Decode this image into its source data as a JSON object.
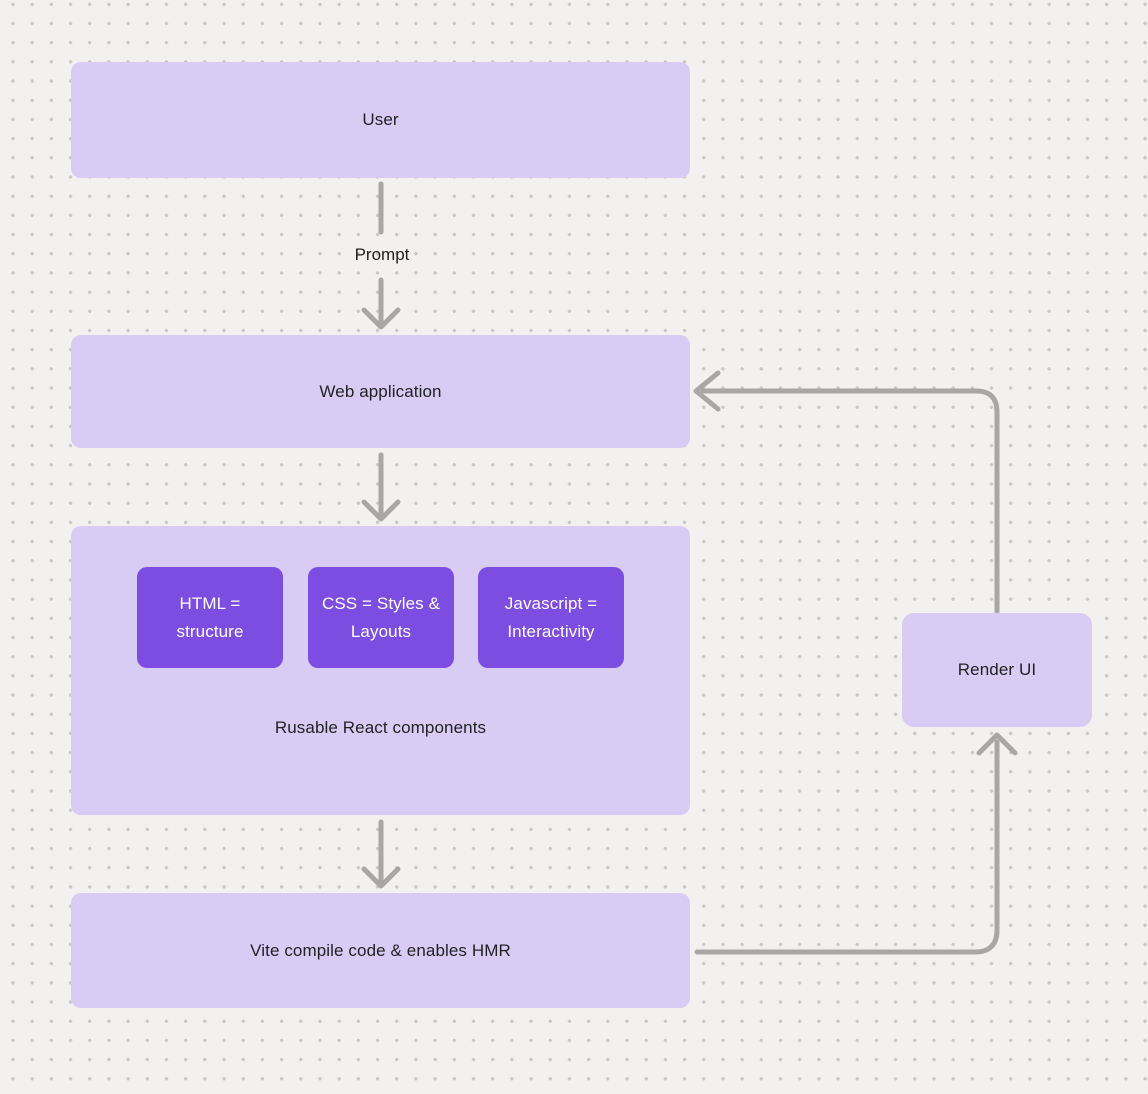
{
  "diagram": {
    "nodes": {
      "user": {
        "label": "User"
      },
      "web_application": {
        "label": "Web application"
      },
      "components": {
        "label": "Rusable React components",
        "children": [
          {
            "label": "HTML = structure"
          },
          {
            "label": "CSS = Styles & Layouts"
          },
          {
            "label": "Javascript = Interactivity"
          }
        ]
      },
      "vite": {
        "label": "Vite compile code & enables HMR"
      },
      "render_ui": {
        "label": "Render UI"
      }
    },
    "edges": {
      "prompt_label": "Prompt"
    },
    "colors": {
      "background": "#f2f1ef",
      "grid_dot": "#c9c7c5",
      "node_fill": "#d8ccf5",
      "child_node_fill": "#7d4ce1",
      "child_node_text": "#ffffff",
      "connector": "#a8a7a5",
      "text": "#222222"
    }
  }
}
